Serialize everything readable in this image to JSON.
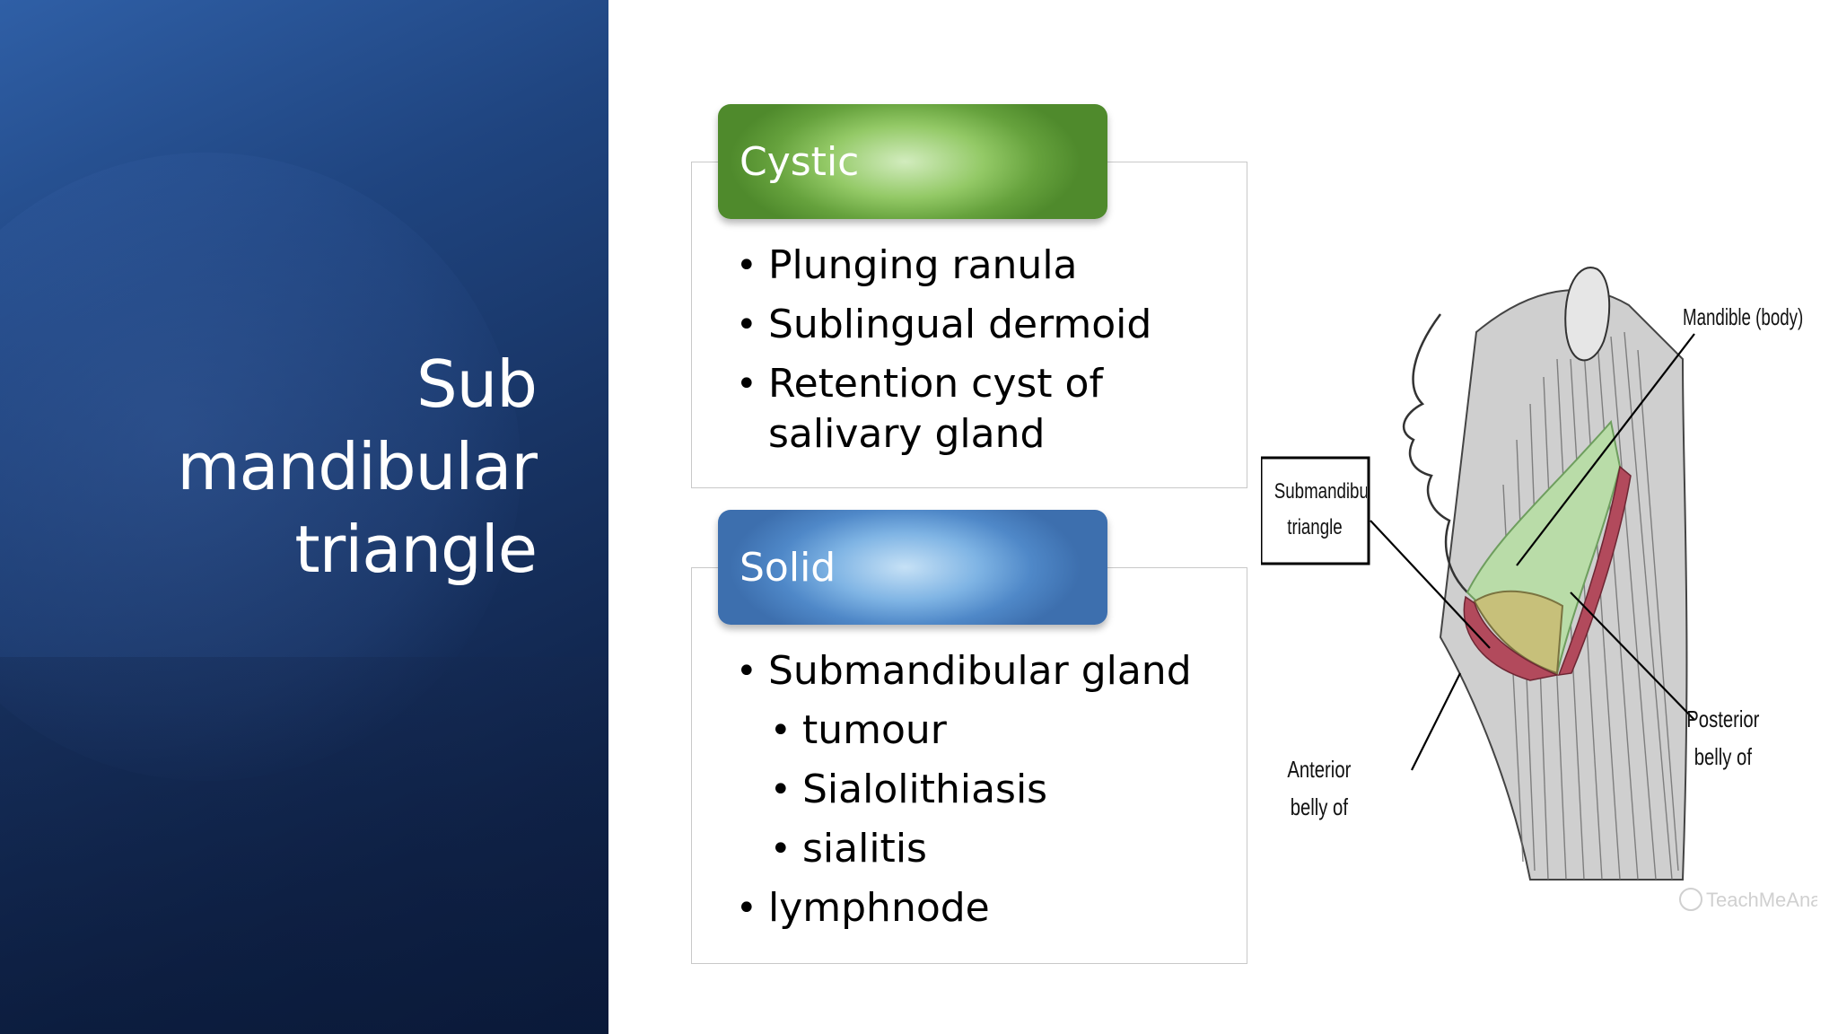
{
  "slide": {
    "title_lines": [
      "Sub",
      "mandibular",
      "triangle"
    ]
  },
  "cystic": {
    "header": "Cystic",
    "items": [
      {
        "text": "Plunging ranula",
        "level": 1
      },
      {
        "text": "Sublingual dermoid",
        "level": 1
      },
      {
        "text": "Retention cyst of salivary gland",
        "level": 1
      }
    ]
  },
  "solid": {
    "header": "Solid",
    "items": [
      {
        "text": "Submandibular gland",
        "level": 1
      },
      {
        "text": "tumour",
        "level": 2
      },
      {
        "text": "Sialolithiasis",
        "level": 2
      },
      {
        "text": "sialitis",
        "level": 2
      },
      {
        "text": "lymphnode",
        "level": 1
      }
    ]
  },
  "figure": {
    "label_box": "Submandibular triangle",
    "label_mandible": "Mandible (body)",
    "label_posterior": "Posterior belly of digastric",
    "label_anterior": "Anterior belly of digastric",
    "watermark": "TeachMeAnatomy",
    "colors": {
      "triangle_green": "#b9dca8",
      "gland_yellow": "#c7c07a",
      "muscle_red": "#b24a5c"
    }
  },
  "colors": {
    "left_panel": "#1a3a72",
    "header_green": "#6aa843",
    "header_blue": "#4f88c8"
  }
}
